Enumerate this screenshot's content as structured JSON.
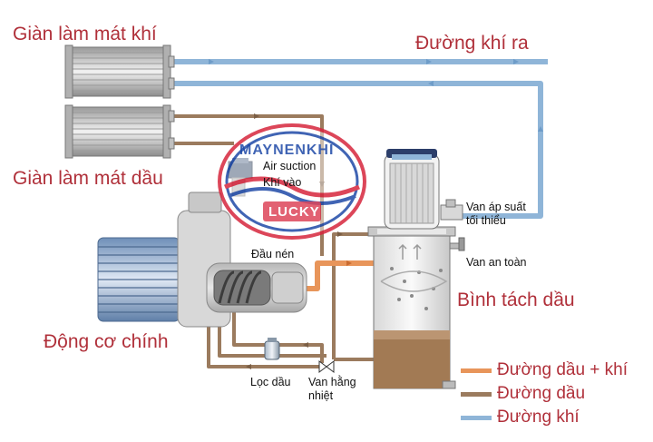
{
  "labels": {
    "air_cooler": "Giàn làm mát khí",
    "oil_cooler": "Giàn làm mát dầu",
    "air_out": "Đường khí ra",
    "air_suction": "Air suction",
    "air_in": "Khí vào",
    "compressor_head": "Đầu nén",
    "main_motor": "Động cơ chính",
    "separator_tank": "Bình tách dầu",
    "min_pressure_valve_1": "Van áp suất",
    "min_pressure_valve_2": "tối thiểu",
    "safety_valve": "Van an toàn",
    "oil_filter": "Lọc dầu",
    "thermostatic_valve_1": "Van hằng",
    "thermostatic_valve_2": "nhiệt"
  },
  "watermark": {
    "top_text": "MAYNENKHI",
    "bottom_text": "LUCKY"
  },
  "legend": [
    {
      "label": "Đường dầu + khí",
      "color": "#e8955a"
    },
    {
      "label": "Đường dầu",
      "color": "#9b7b5e"
    },
    {
      "label": "Đường khí",
      "color": "#8fb5d8"
    }
  ],
  "colors": {
    "air_line": "#8fb5d8",
    "oil_line": "#9b7b5e",
    "oil_air_line": "#e8955a",
    "label_red": "#b0303a"
  }
}
